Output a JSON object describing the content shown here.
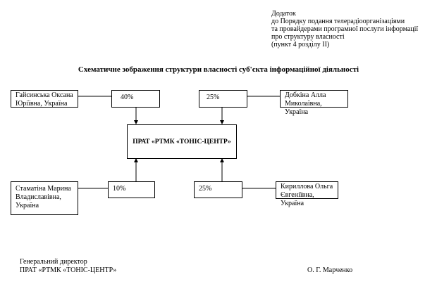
{
  "header": {
    "lines": [
      "Додаток",
      "до Порядку подання телерадіоорганізаціями",
      "та провайдерами програмної послуги інформації",
      "про структуру власності",
      "(пункт 4 розділу II)"
    ]
  },
  "title": "Схематичне зображення структури власності суб'єкта інформаційної діяльності",
  "center": "ПРАТ «РТМК «ТОНІС-ЦЕНТР»",
  "owners": [
    {
      "name": "Гайсинська Оксана Юріївна, Україна",
      "share": "40%"
    },
    {
      "name": "Добкіна Алла Миколаївна, Україна",
      "share": "25%"
    },
    {
      "name": "Стаматіна Марина Владиславівна, Україна",
      "share": "10%"
    },
    {
      "name": "Кириллова Ольга Євгеніївна, Україна",
      "share": "25%"
    }
  ],
  "footer": {
    "position": "Генеральний директор",
    "company": "ПРАТ «РТМК «ТОНІС-ЦЕНТР»",
    "signatory": "О. Г. Марченко"
  }
}
